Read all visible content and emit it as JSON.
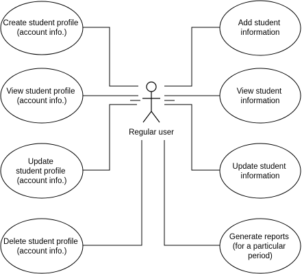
{
  "actor": {
    "label": "Regular user",
    "icon": "stick-figure-icon"
  },
  "use_cases": [
    {
      "id": "create-profile",
      "lines": [
        "Create student profile",
        "(account info.)"
      ]
    },
    {
      "id": "view-profile",
      "lines": [
        "View student profile",
        "(account info.)"
      ]
    },
    {
      "id": "update-profile",
      "lines": [
        "Update",
        "student profile",
        "(account info.)"
      ]
    },
    {
      "id": "delete-profile",
      "lines": [
        "Delete student profile",
        "(account info.)"
      ]
    },
    {
      "id": "add-info",
      "lines": [
        "Add student",
        "information"
      ]
    },
    {
      "id": "view-info",
      "lines": [
        "View student",
        "information"
      ]
    },
    {
      "id": "update-info",
      "lines": [
        "Update student",
        "information"
      ]
    },
    {
      "id": "generate-reports",
      "lines": [
        "Generate reports",
        "(for a particular",
        "period)"
      ]
    }
  ]
}
